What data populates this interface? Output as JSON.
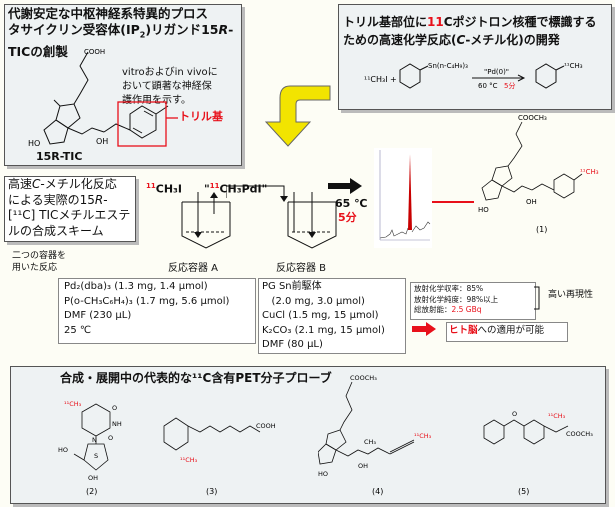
{
  "top_left": {
    "title_l1": "代謝安定な中枢神経系特異的プロス",
    "title_l2": "タサイクリン受容体(IP",
    "title_l2_sub": "2",
    "title_l2_b": ")リガンド15",
    "title_l2_R": "R",
    "title_l2_c": "-",
    "title_l3": "TICの創製",
    "note_l1": "vitroおよびin vivoに",
    "note_l2": "おいて顕著な神経保",
    "note_l3": "護作用を示す。",
    "tolyl_label": "トリル基",
    "cooh": "COOH",
    "ho": "HO",
    "oh": "OH",
    "compound_label": "15R-TIC"
  },
  "top_right": {
    "title_l1a": "トリル基部位に",
    "title_l1b": "11",
    "title_l1c": "C",
    "title_l1d": "ポジトロン核種で標識する",
    "title_l2a": "ための高速化学反応(",
    "title_l2b": "C",
    "title_l2c": "-メチル化)の開発",
    "reagent": "¹¹CH₃I",
    "plus": "+",
    "stannane": "Sn(n-C₄H₉)₃",
    "catalyst": "\"Pd(0)\"",
    "conditions_a": "60 °C",
    "conditions_b": "5分",
    "product": "¹¹CH₃"
  },
  "scheme_box": {
    "l1": "高速",
    "l1b": "C",
    "l1c": "-メチル化反応",
    "l2": "による実際の15",
    "l2b": "R",
    "l2c": "-",
    "l3": "[¹¹C] TICメチルエステ",
    "l4": "ルの合成スキーム"
  },
  "vessels": {
    "ch3i": "CH₃I",
    "ch3i_sup": "11",
    "pdi_a": "\"",
    "pdi_b": "11",
    "pdi_c": "CH₃PdI\"",
    "temp": "65 ℃",
    "time": "5分",
    "two_vessel_l1": "二つの容器を",
    "two_vessel_l2": "用いた反応",
    "vessel_a": "反応容器 A",
    "vessel_b": "反応容器 B"
  },
  "conditions_a": {
    "l1": "Pd₂(dba)₃ (1.3 mg, 1.4 µmol)",
    "l2": "P(o-CH₃C₆H₄)₃  (1.7 mg, 5.6 µmol)",
    "l3": "DMF  (230 µL)",
    "l4": "25 ℃"
  },
  "conditions_b": {
    "l1": "PG  Sn前駆体",
    "l2": "   (2.0 mg, 3.0 µmol)",
    "l3": "CuCl (1.5 mg, 15 µmol)",
    "l4": "K₂CO₃  (2.1 mg, 15 µmol)",
    "l5": "DMF  (80 µL)"
  },
  "results": {
    "yield": "放射化学収率：85%",
    "purity": "放射化学純度：98%以上",
    "activity_a": "総放射能：",
    "activity_b": "2.5 GBq",
    "bracket": "高い再現性",
    "brain_a": "ヒト脳",
    "brain_b": "への適用が可能"
  },
  "product1": {
    "cooch3": "COOCH₃",
    "ho": "HO",
    "oh": "OH",
    "label_c": "¹¹CH₃",
    "number": "(1)"
  },
  "bottom": {
    "title_a": "合成・展開中の代表的な",
    "title_b": "¹¹C",
    "title_c": "含有PET分子プローブ",
    "c2_ch3": "¹¹CH₃",
    "c2_nh": "NH",
    "c2_o1": "O",
    "c2_o2": "O",
    "c2_n": "N",
    "c2_s": "S",
    "c2_ho": "HO",
    "c2_oh": "OH",
    "c2_label": "(2)",
    "c3_cooh": "COOH",
    "c3_ch3": "¹¹CH₃",
    "c3_label": "(3)",
    "c4_cooch3": "COOCH₃",
    "c4_ch3": "CH₃",
    "c4_11ch3": "¹¹CH₃",
    "c4_ho": "HO",
    "c4_oh": "OH",
    "c4_label": "(4)",
    "c5_o": "O",
    "c5_11ch3": "¹¹CH₃",
    "c5_cooch3": "COOCH₃",
    "c5_label": "(5)"
  },
  "colors": {
    "accent_red": "#e8101a",
    "arrow_yellow": "#f2e400",
    "panel_bg": "#eef2f3",
    "peak": "#c80000"
  }
}
